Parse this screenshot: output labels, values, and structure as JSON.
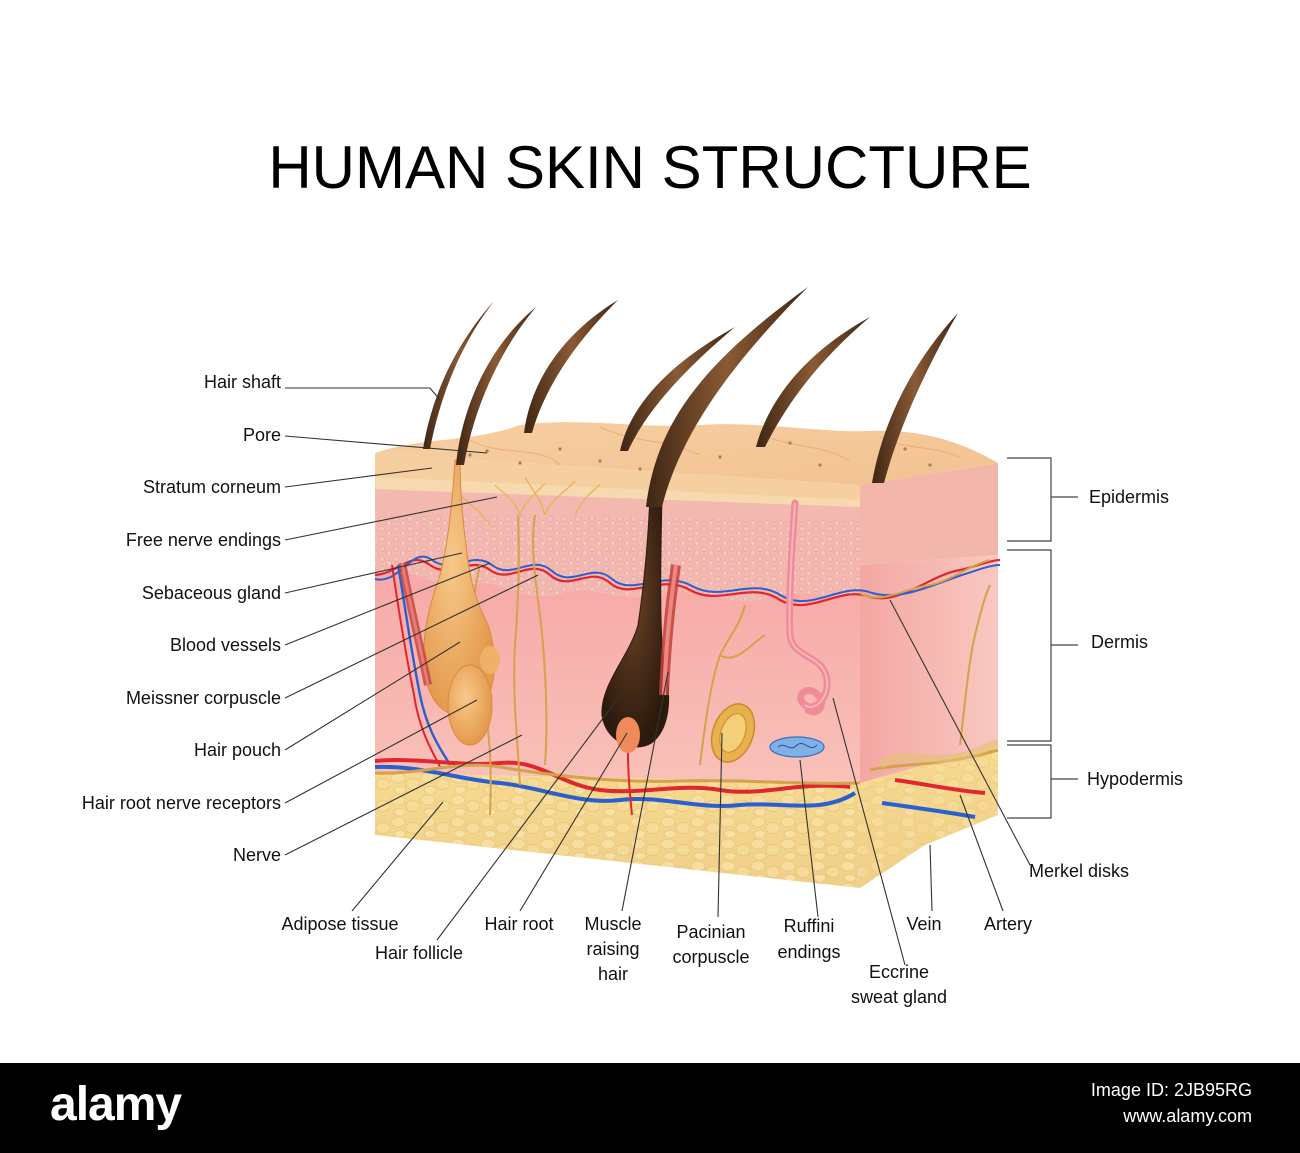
{
  "title": "HUMAN SKIN STRUCTURE",
  "left_labels": {
    "hair_shaft": "Hair shaft",
    "pore": "Pore",
    "stratum_corneum": "Stratum corneum",
    "free_nerve_endings": "Free nerve endings",
    "sebaceous_gland": "Sebaceous gland",
    "blood_vessels": "Blood vessels",
    "meissner_corpuscle": "Meissner corpuscle",
    "hair_pouch": "Hair pouch",
    "hair_root_nerve_receptors": "Hair root nerve receptors",
    "nerve": "Nerve"
  },
  "bottom_labels": {
    "adipose_tissue": "Adipose tissue",
    "hair_follicle": "Hair follicle",
    "hair_root": "Hair root",
    "muscle_raising_hair": [
      "Muscle",
      "raising",
      "hair"
    ],
    "pacinian_corpuscle": [
      "Pacinian",
      "corpuscle"
    ],
    "ruffini_endings": [
      "Ruffini",
      "endings"
    ],
    "eccrine_sweat_gland": [
      "Eccrine",
      "sweat gland"
    ],
    "vein": "Vein",
    "artery": "Artery",
    "merkel_disks": "Merkel disks"
  },
  "layers": {
    "epidermis": "Epidermis",
    "dermis": "Dermis",
    "hypodermis": "Hypodermis"
  },
  "footer": {
    "logo": "alamy",
    "image_id_label": "Image ID: 2JB95RG",
    "url": "www.alamy.com"
  },
  "colors": {
    "epidermis_surface": "#f4c89a",
    "epidermis_granular": "#f0b3ab",
    "dermis": "#f6aeac",
    "hypodermis": "#f3d58c",
    "hair": "#5a3a22",
    "artery": "#e0262e",
    "vein": "#2a5fd0",
    "nerve": "#d4a24a",
    "sweat_gland": "#f08c98",
    "footer_bg": "#000000"
  }
}
